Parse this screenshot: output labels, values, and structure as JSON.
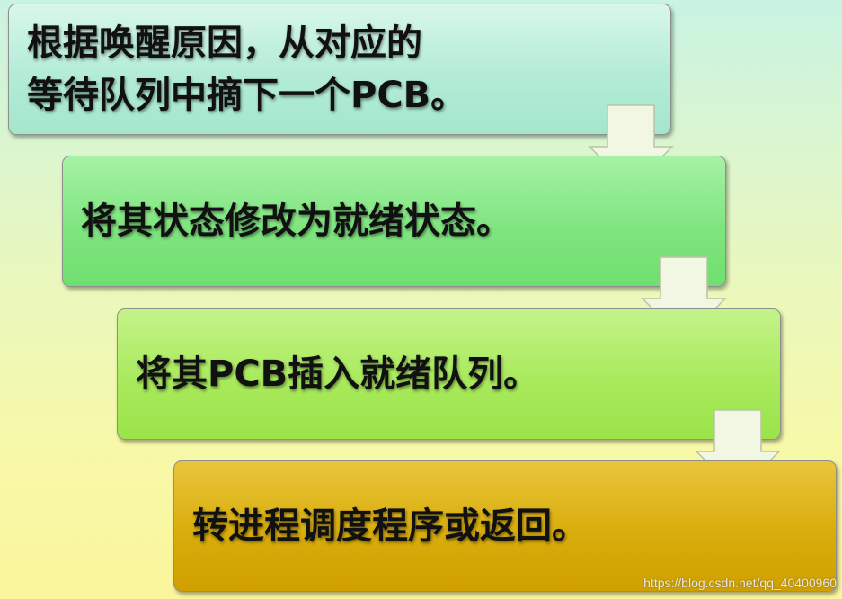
{
  "steps": [
    {
      "line1": "根据唤醒原因，从对应的",
      "line2": "等待队列中摘下一个PCB。"
    },
    {
      "text": "将其状态修改为就绪状态。"
    },
    {
      "text": "将其PCB插入就绪队列。"
    },
    {
      "text": "转进程调度程序或返回。"
    }
  ],
  "watermark": "https://blog.csdn.net/qq_40400960",
  "colors": {
    "step1": "#b3ecd6",
    "step2": "#7fe57f",
    "step3": "#a9ea5c",
    "step4": "#d9ad0c",
    "arrow_fill": "#f2f7e4"
  }
}
